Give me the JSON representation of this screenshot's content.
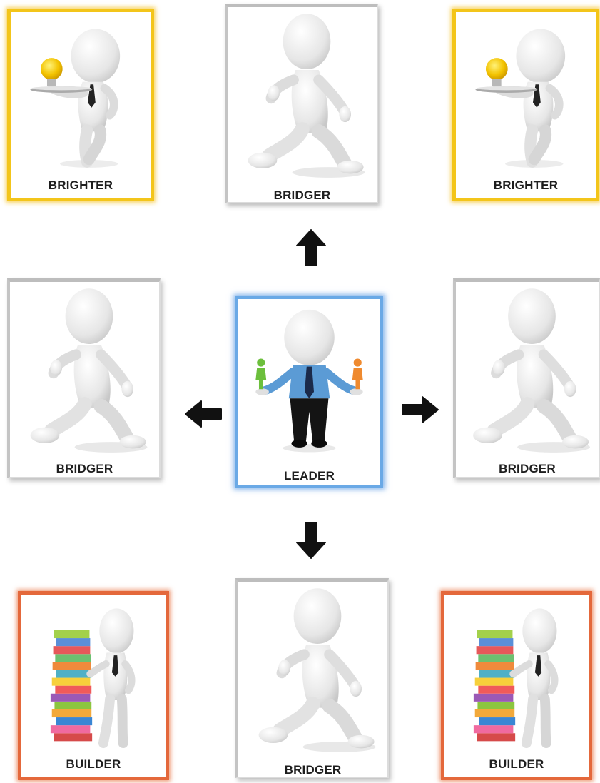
{
  "cards": {
    "top_left": {
      "label": "BRIGHTER"
    },
    "top_center": {
      "label": "BRIDGER"
    },
    "top_right": {
      "label": "BRIGHTER"
    },
    "middle_left": {
      "label": "BRIDGER"
    },
    "center": {
      "label": "LEADER"
    },
    "middle_right": {
      "label": "BRIDGER"
    },
    "bottom_left": {
      "label": "BUILDER"
    },
    "bottom_center": {
      "label": "BRIDGER"
    },
    "bottom_right": {
      "label": "BUILDER"
    }
  },
  "arrows": [
    "up",
    "left",
    "right",
    "down"
  ],
  "colors": {
    "brighter_frame": "#f3c51a",
    "builder_frame": "#e4683b",
    "leader_frame": "#6aa9e6",
    "bridger_frame": "#bdbdbd"
  }
}
